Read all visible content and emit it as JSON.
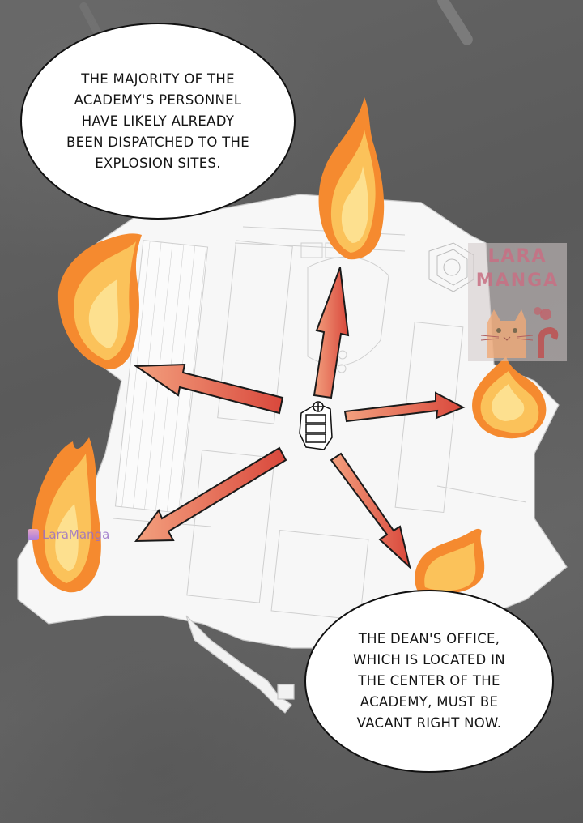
{
  "page": {
    "background_color": "#5d5d5d",
    "description": "Manga panel: aerial map of academy with five explosion sites"
  },
  "bubbles": [
    {
      "id": "top-left",
      "text": "THE MAJORITY OF THE\nACADEMY'S PERSONNEL\nHAVE LIKELY ALREADY\nBEEN DISPATCHED TO THE\nEXPLOSION SITES."
    },
    {
      "id": "bottom-right",
      "text": "THE DEAN'S OFFICE,\nWHICH IS LOCATED IN\nTHE CENTER OF THE\nACADEMY, MUST BE\nVACANT RIGHT NOW."
    }
  ],
  "map": {
    "center_label": "dean-office-tower",
    "arrow_color": "#e0624f",
    "arrow_highlight": "#f3a07e",
    "flame_colors": {
      "outer": "#f58a2f",
      "inner": "#fbc25a",
      "core": "#fde08f"
    },
    "explosion_sites": [
      "north",
      "west",
      "east",
      "southwest",
      "southeast"
    ]
  },
  "watermarks": {
    "box_title_line1": "LARA",
    "box_title_line2": "MANGA",
    "small_text": "LaraManga"
  }
}
